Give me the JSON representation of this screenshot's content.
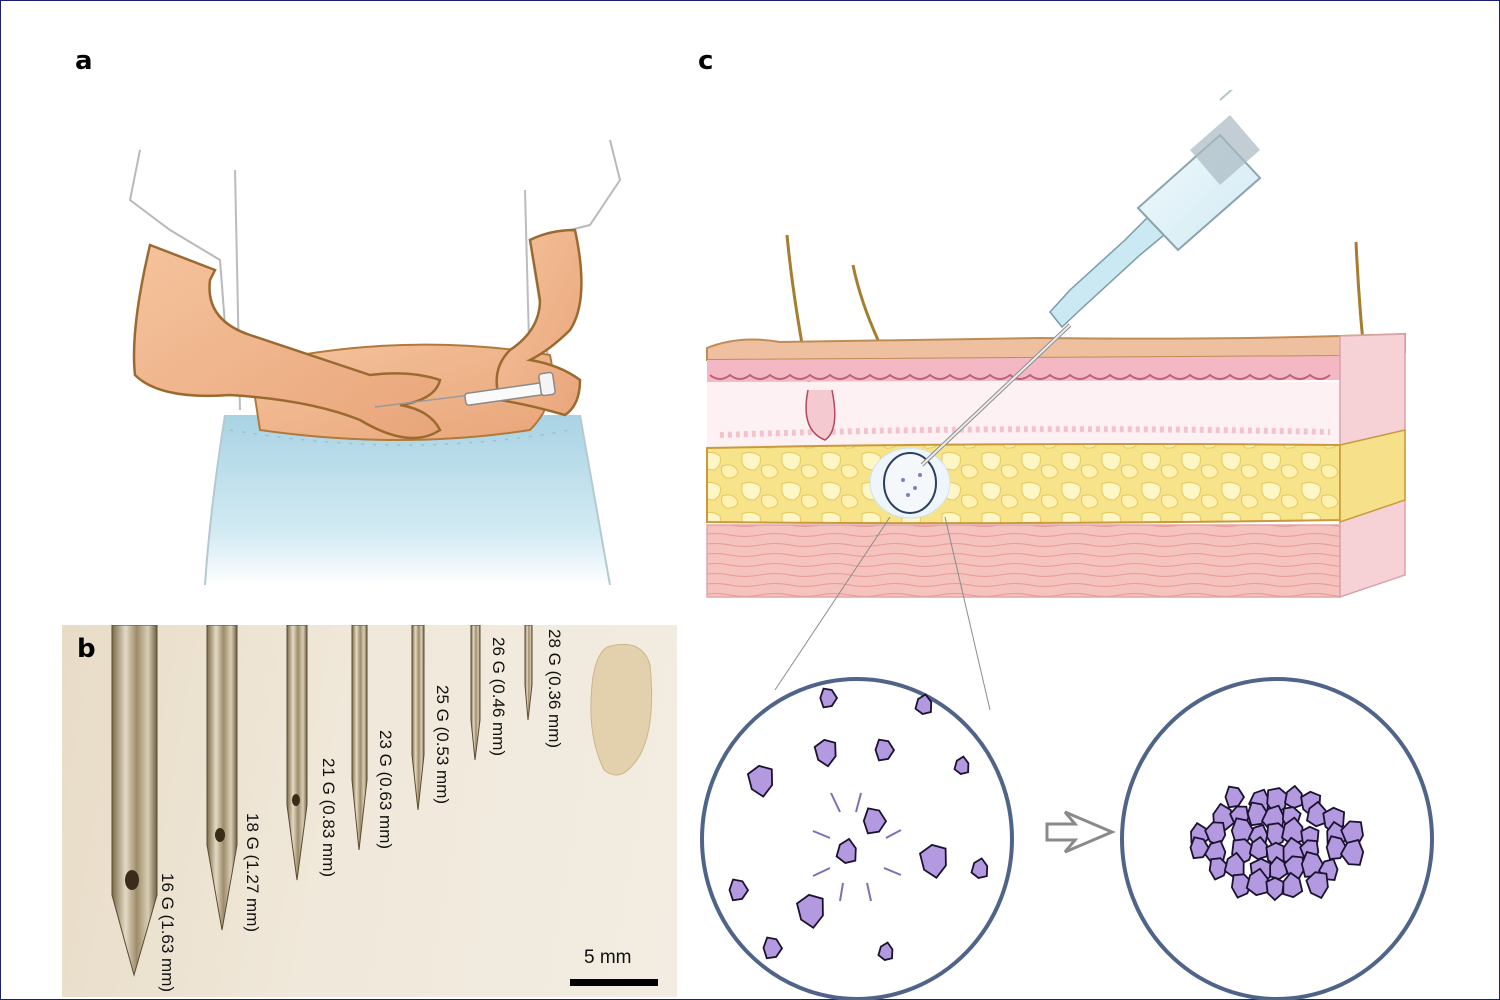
{
  "figure": {
    "panels": [
      {
        "id": "a",
        "label": "a",
        "description": "Illustration of a person performing a subcutaneous abdominal self-injection with a syringe while pinching the skin"
      },
      {
        "id": "b",
        "label": "b",
        "description": "Photograph of hypodermic needle tips of decreasing gauge next to a rice grain"
      },
      {
        "id": "c",
        "label": "c",
        "description": "Skin cross-section with syringe injecting into subcutaneous fat layer; zoomed insets show dispersed crystals aggregating into a depot"
      }
    ],
    "panel_b": {
      "needles": [
        {
          "gauge": "16 G",
          "diameter": "1.63 mm",
          "text": "16 G (1.63 mm)"
        },
        {
          "gauge": "18 G",
          "diameter": "1.27 mm",
          "text": "18 G (1.27 mm)"
        },
        {
          "gauge": "21 G",
          "diameter": "0.83 mm",
          "text": "21 G (0.83 mm)"
        },
        {
          "gauge": "23 G",
          "diameter": "0.63 mm",
          "text": "23 G (0.63 mm)"
        },
        {
          "gauge": "25 G",
          "diameter": "0.53 mm",
          "text": "25 G (0.53 mm)"
        },
        {
          "gauge": "26 G",
          "diameter": "0.46 mm",
          "text": "26 G (0.46 mm)"
        },
        {
          "gauge": "28 G",
          "diameter": "0.36 mm",
          "text": "28 G (0.36 mm)"
        }
      ],
      "scale_bar": "5 mm",
      "reference_object": "rice grain"
    },
    "panel_c": {
      "layers": [
        "epidermis",
        "dermis",
        "subcutaneous fat",
        "muscle"
      ],
      "left_inset": "dispersed crystals migrating inward",
      "right_inset": "aggregated crystal depot",
      "transition": "arrow"
    },
    "colors": {
      "frame": "#1a1f6e",
      "inset_circle": "#4f6488",
      "crystal_fill": "#b39ae0",
      "crystal_edge": "#1b1230",
      "fat": "#f7e48a",
      "dermis": "#fbeef0",
      "epidermis": "#eec0a0",
      "muscle": "#f2b7b3",
      "pants": "#bfe0ec",
      "skin": "#f1b48a"
    }
  }
}
